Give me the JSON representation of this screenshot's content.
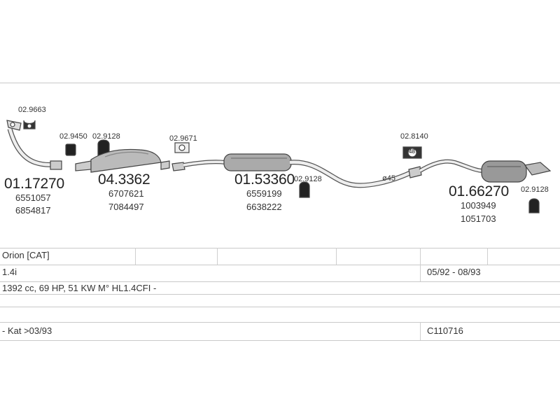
{
  "parts": {
    "front_pipe": {
      "number": "01.17270",
      "oem": [
        "6551057",
        "6854817"
      ],
      "clamp": "02.9663"
    },
    "catalyst": {
      "number": "04.3362",
      "oem": [
        "6707621",
        "7084497"
      ],
      "gasket": "02.9450",
      "clamp": "02.9128"
    },
    "centre_silencer": {
      "number": "01.53360",
      "oem": [
        "6559199",
        "6638222"
      ],
      "gasket": "02.9671",
      "clamp": "02.9128"
    },
    "rear_silencer": {
      "number": "01.66270",
      "oem": [
        "1003949",
        "1051703"
      ],
      "hanger": "02.8140",
      "hanger_label": "48",
      "clamp": "02.9128"
    },
    "pipe_diameter": "ø45"
  },
  "table": {
    "model": "Orion  [CAT]",
    "engine": "1.4i",
    "years": "05/92 - 08/93",
    "specs": "1392 cc, 69 HP, 51 KW M° HL1.4CFI -",
    "note": "- Kat >03/93",
    "code": "C110716"
  }
}
